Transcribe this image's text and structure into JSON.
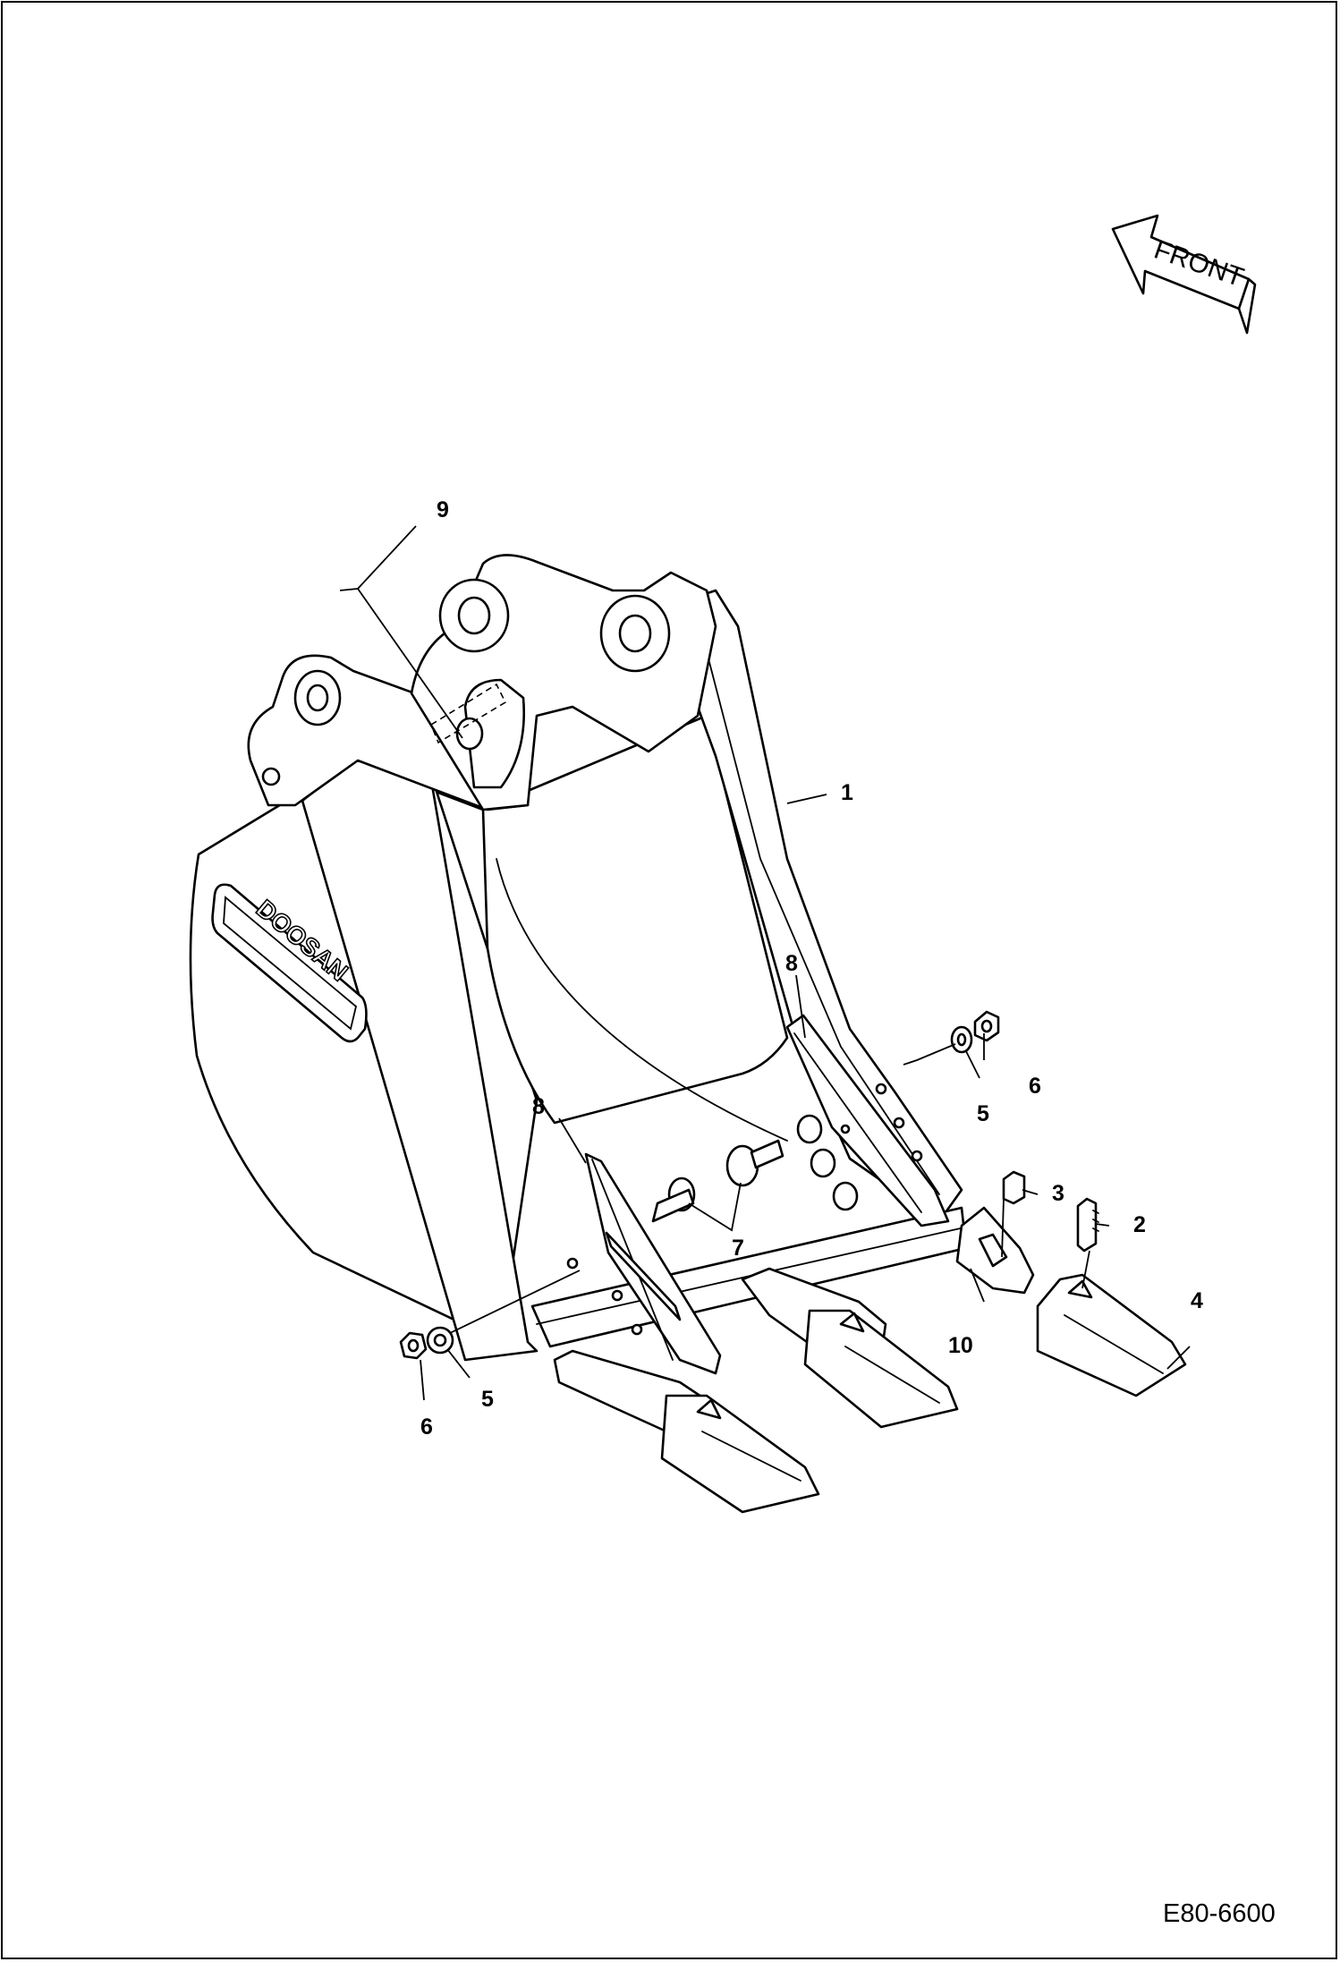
{
  "diagram": {
    "brand": "DOOSAN",
    "direction_label": "FRONT",
    "reference_code": "E80-6600",
    "callouts": [
      {
        "id": "c1",
        "label": "1"
      },
      {
        "id": "c2",
        "label": "2"
      },
      {
        "id": "c3",
        "label": "3"
      },
      {
        "id": "c4",
        "label": "4"
      },
      {
        "id": "c5a",
        "label": "5"
      },
      {
        "id": "c5b",
        "label": "5"
      },
      {
        "id": "c6a",
        "label": "6"
      },
      {
        "id": "c6b",
        "label": "6"
      },
      {
        "id": "c7",
        "label": "7"
      },
      {
        "id": "c8a",
        "label": "8"
      },
      {
        "id": "c8b",
        "label": "8"
      },
      {
        "id": "c9",
        "label": "9"
      },
      {
        "id": "c10",
        "label": "10"
      }
    ]
  }
}
